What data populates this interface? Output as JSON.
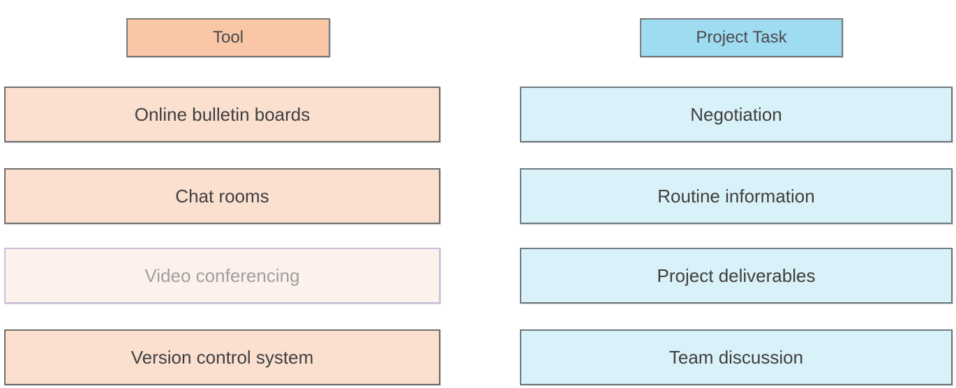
{
  "headers": {
    "tool": "Tool",
    "project_task": "Project Task"
  },
  "tools": [
    {
      "label": "Online bulletin boards"
    },
    {
      "label": "Chat rooms"
    },
    {
      "label": "Video conferencing"
    },
    {
      "label": "Version control system"
    }
  ],
  "tasks": [
    {
      "label": "Negotiation"
    },
    {
      "label": "Routine information"
    },
    {
      "label": "Project deliverables"
    },
    {
      "label": "Team discussion"
    }
  ],
  "colors": {
    "tool_header": "#f9c6a6",
    "tool_item": "#fbe0d0",
    "task_header": "#9fdcf2",
    "task_item": "#d9f1f8"
  }
}
